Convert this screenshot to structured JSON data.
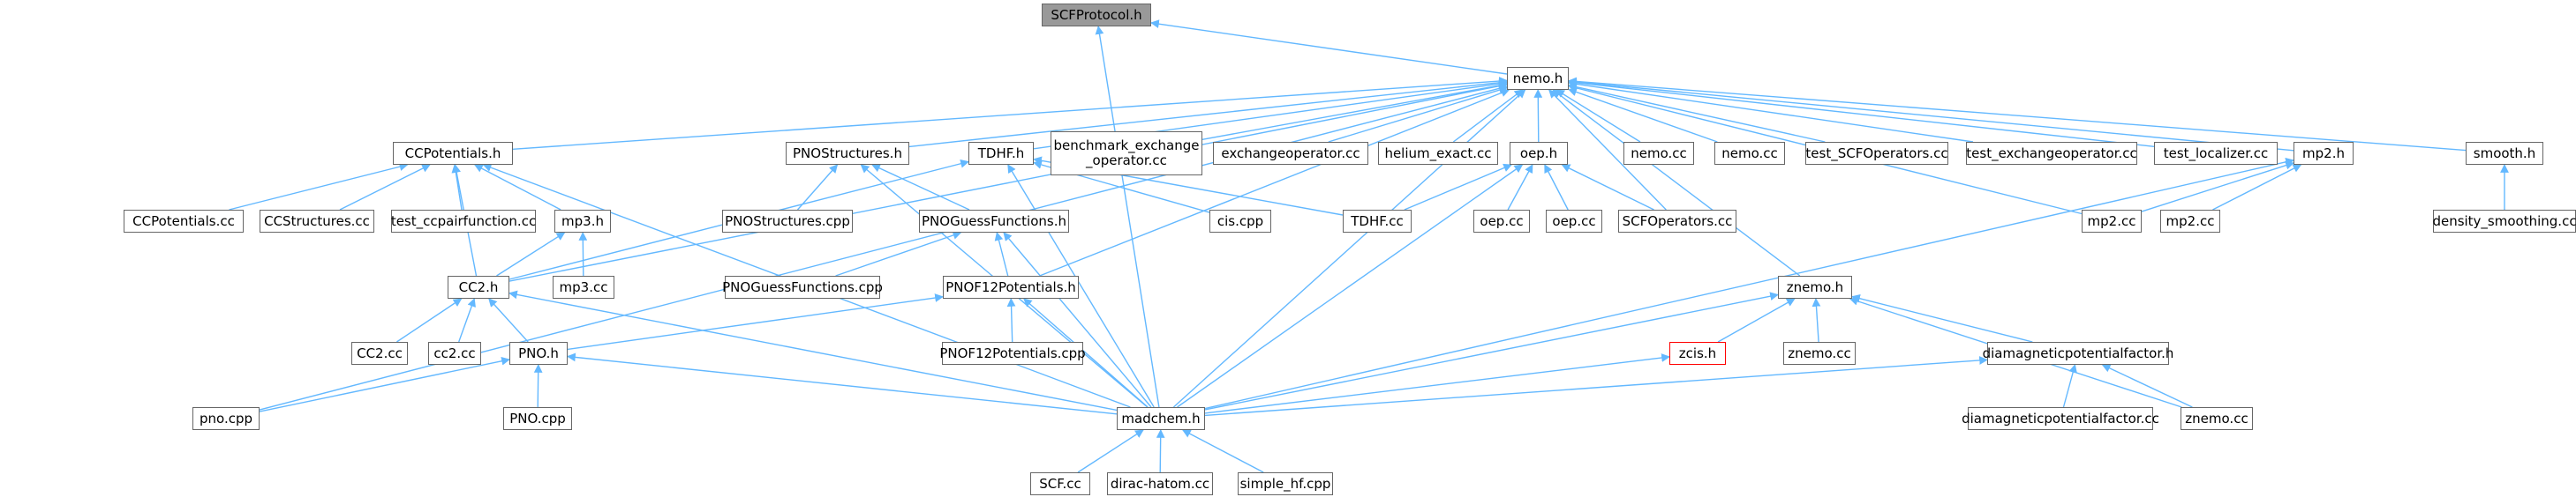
{
  "colors": {
    "edge": "#63b8ff",
    "border": "#666666",
    "highlight_border": "#ff0000",
    "root_fill": "#999999"
  },
  "nodes": {
    "scfprotocol_h": "SCFProtocol.h",
    "nemo_h": "nemo.h",
    "ccpotentials_h": "CCPotentials.h",
    "pnostructures_h": "PNOStructures.h",
    "tdhf_h": "TDHF.h",
    "benchmark_exchange_operator_cc": "benchmark_exchange\n_operator.cc",
    "exchangeoperator_cc": "exchangeoperator.cc",
    "helium_exact_cc": "helium_exact.cc",
    "oep_h": "oep.h",
    "nemo_cc_1": "nemo.cc",
    "nemo_cc_2": "nemo.cc",
    "test_scfoperators_cc": "test_SCFOperators.cc",
    "test_exchangeoperator_cc": "test_exchangeoperator.cc",
    "test_localizer_cc": "test_localizer.cc",
    "mp2_h": "mp2.h",
    "smooth_h": "smooth.h",
    "ccpotentials_cc": "CCPotentials.cc",
    "ccstructures_cc": "CCStructures.cc",
    "test_ccpairfunction_cc": "test_ccpairfunction.cc",
    "mp3_h": "mp3.h",
    "pnostructures_cpp": "PNOStructures.cpp",
    "pnoguessfunctions_h": "PNOGuessFunctions.h",
    "cis_cpp": "cis.cpp",
    "tdhf_cc": "TDHF.cc",
    "oep_cc_1": "oep.cc",
    "oep_cc_2": "oep.cc",
    "scfoperators_cc": "SCFOperators.cc",
    "mp2_cc_1": "mp2.cc",
    "mp2_cc_2": "mp2.cc",
    "density_smoothing_cc": "density_smoothing.cc",
    "cc2_h": "CC2.h",
    "mp3_cc": "mp3.cc",
    "pnoguessfunctions_cpp": "PNOGuessFunctions.cpp",
    "pnof12potentials_h": "PNOF12Potentials.h",
    "znemo_h": "znemo.h",
    "cc2_cc_1": "CC2.cc",
    "cc2_cc_2": "cc2.cc",
    "pno_h": "PNO.h",
    "pnof12potentials_cpp": "PNOF12Potentials.cpp",
    "zcis_h": "zcis.h",
    "znemo_cc_1": "znemo.cc",
    "diamagneticpotentialfactor_h": "diamagneticpotentialfactor.h",
    "pno_cpp": "pno.cpp",
    "pno_cpp_upper": "PNO.cpp",
    "madchem_h": "madchem.h",
    "diamagneticpotentialfactor_cc": "diamagneticpotentialfactor.cc",
    "znemo_cc_2": "znemo.cc",
    "scf_cc": "SCF.cc",
    "dirac_hatom_cc": "dirac-hatom.cc",
    "simple_hf_cpp": "simple_hf.cpp"
  },
  "edges": [
    [
      "nemo_h",
      "scfprotocol_h"
    ],
    [
      "madchem_h",
      "scfprotocol_h"
    ],
    [
      "ccpotentials_h",
      "nemo_h"
    ],
    [
      "pnostructures_h",
      "nemo_h"
    ],
    [
      "tdhf_h",
      "nemo_h"
    ],
    [
      "benchmark_exchange_operator_cc",
      "nemo_h"
    ],
    [
      "exchangeoperator_cc",
      "nemo_h"
    ],
    [
      "helium_exact_cc",
      "nemo_h"
    ],
    [
      "oep_h",
      "nemo_h"
    ],
    [
      "nemo_cc_1",
      "nemo_h"
    ],
    [
      "nemo_cc_2",
      "nemo_h"
    ],
    [
      "test_scfoperators_cc",
      "nemo_h"
    ],
    [
      "test_exchangeoperator_cc",
      "nemo_h"
    ],
    [
      "test_localizer_cc",
      "nemo_h"
    ],
    [
      "mp2_h",
      "nemo_h"
    ],
    [
      "smooth_h",
      "nemo_h"
    ],
    [
      "scfoperators_cc",
      "nemo_h"
    ],
    [
      "mp2_cc_1",
      "nemo_h"
    ],
    [
      "znemo_h",
      "nemo_h"
    ],
    [
      "cc2_h",
      "nemo_h"
    ],
    [
      "pno_cpp",
      "nemo_h"
    ],
    [
      "pnof12potentials_h",
      "nemo_h"
    ],
    [
      "madchem_h",
      "nemo_h"
    ],
    [
      "ccpotentials_cc",
      "ccpotentials_h"
    ],
    [
      "ccstructures_cc",
      "ccpotentials_h"
    ],
    [
      "test_ccpairfunction_cc",
      "ccpotentials_h"
    ],
    [
      "mp3_h",
      "ccpotentials_h"
    ],
    [
      "cc2_h",
      "ccpotentials_h"
    ],
    [
      "madchem_h",
      "ccpotentials_h"
    ],
    [
      "pnostructures_cpp",
      "pnostructures_h"
    ],
    [
      "pnoguessfunctions_h",
      "pnostructures_h"
    ],
    [
      "madchem_h",
      "pnostructures_h"
    ],
    [
      "cis_cpp",
      "tdhf_h"
    ],
    [
      "tdhf_cc",
      "tdhf_h"
    ],
    [
      "cc2_h",
      "tdhf_h"
    ],
    [
      "madchem_h",
      "tdhf_h"
    ],
    [
      "tdhf_cc",
      "oep_h"
    ],
    [
      "oep_cc_1",
      "oep_h"
    ],
    [
      "oep_cc_2",
      "oep_h"
    ],
    [
      "scfoperators_cc",
      "oep_h"
    ],
    [
      "madchem_h",
      "oep_h"
    ],
    [
      "mp2_cc_1",
      "mp2_h"
    ],
    [
      "mp2_cc_2",
      "mp2_h"
    ],
    [
      "madchem_h",
      "mp2_h"
    ],
    [
      "density_smoothing_cc",
      "smooth_h"
    ],
    [
      "cc2_h",
      "mp3_h"
    ],
    [
      "mp3_cc",
      "mp3_h"
    ],
    [
      "pnoguessfunctions_cpp",
      "pnoguessfunctions_h"
    ],
    [
      "pnof12potentials_h",
      "pnoguessfunctions_h"
    ],
    [
      "madchem_h",
      "pnoguessfunctions_h"
    ],
    [
      "cc2_cc_1",
      "cc2_h"
    ],
    [
      "cc2_cc_2",
      "cc2_h"
    ],
    [
      "pno_h",
      "cc2_h"
    ],
    [
      "madchem_h",
      "cc2_h"
    ],
    [
      "pno_h",
      "pnof12potentials_h"
    ],
    [
      "pnof12potentials_cpp",
      "pnof12potentials_h"
    ],
    [
      "madchem_h",
      "pnof12potentials_h"
    ],
    [
      "zcis_h",
      "znemo_h"
    ],
    [
      "znemo_cc_1",
      "znemo_h"
    ],
    [
      "diamagneticpotentialfactor_h",
      "znemo_h"
    ],
    [
      "znemo_cc_2",
      "znemo_h"
    ],
    [
      "madchem_h",
      "znemo_h"
    ],
    [
      "pno_cpp",
      "pno_h"
    ],
    [
      "pno_cpp_upper",
      "pno_h"
    ],
    [
      "madchem_h",
      "pno_h"
    ],
    [
      "madchem_h",
      "zcis_h"
    ],
    [
      "diamagneticpotentialfactor_cc",
      "diamagneticpotentialfactor_h"
    ],
    [
      "znemo_cc_2",
      "diamagneticpotentialfactor_h"
    ],
    [
      "madchem_h",
      "diamagneticpotentialfactor_h"
    ],
    [
      "scf_cc",
      "madchem_h"
    ],
    [
      "dirac_hatom_cc",
      "madchem_h"
    ],
    [
      "simple_hf_cpp",
      "madchem_h"
    ]
  ]
}
